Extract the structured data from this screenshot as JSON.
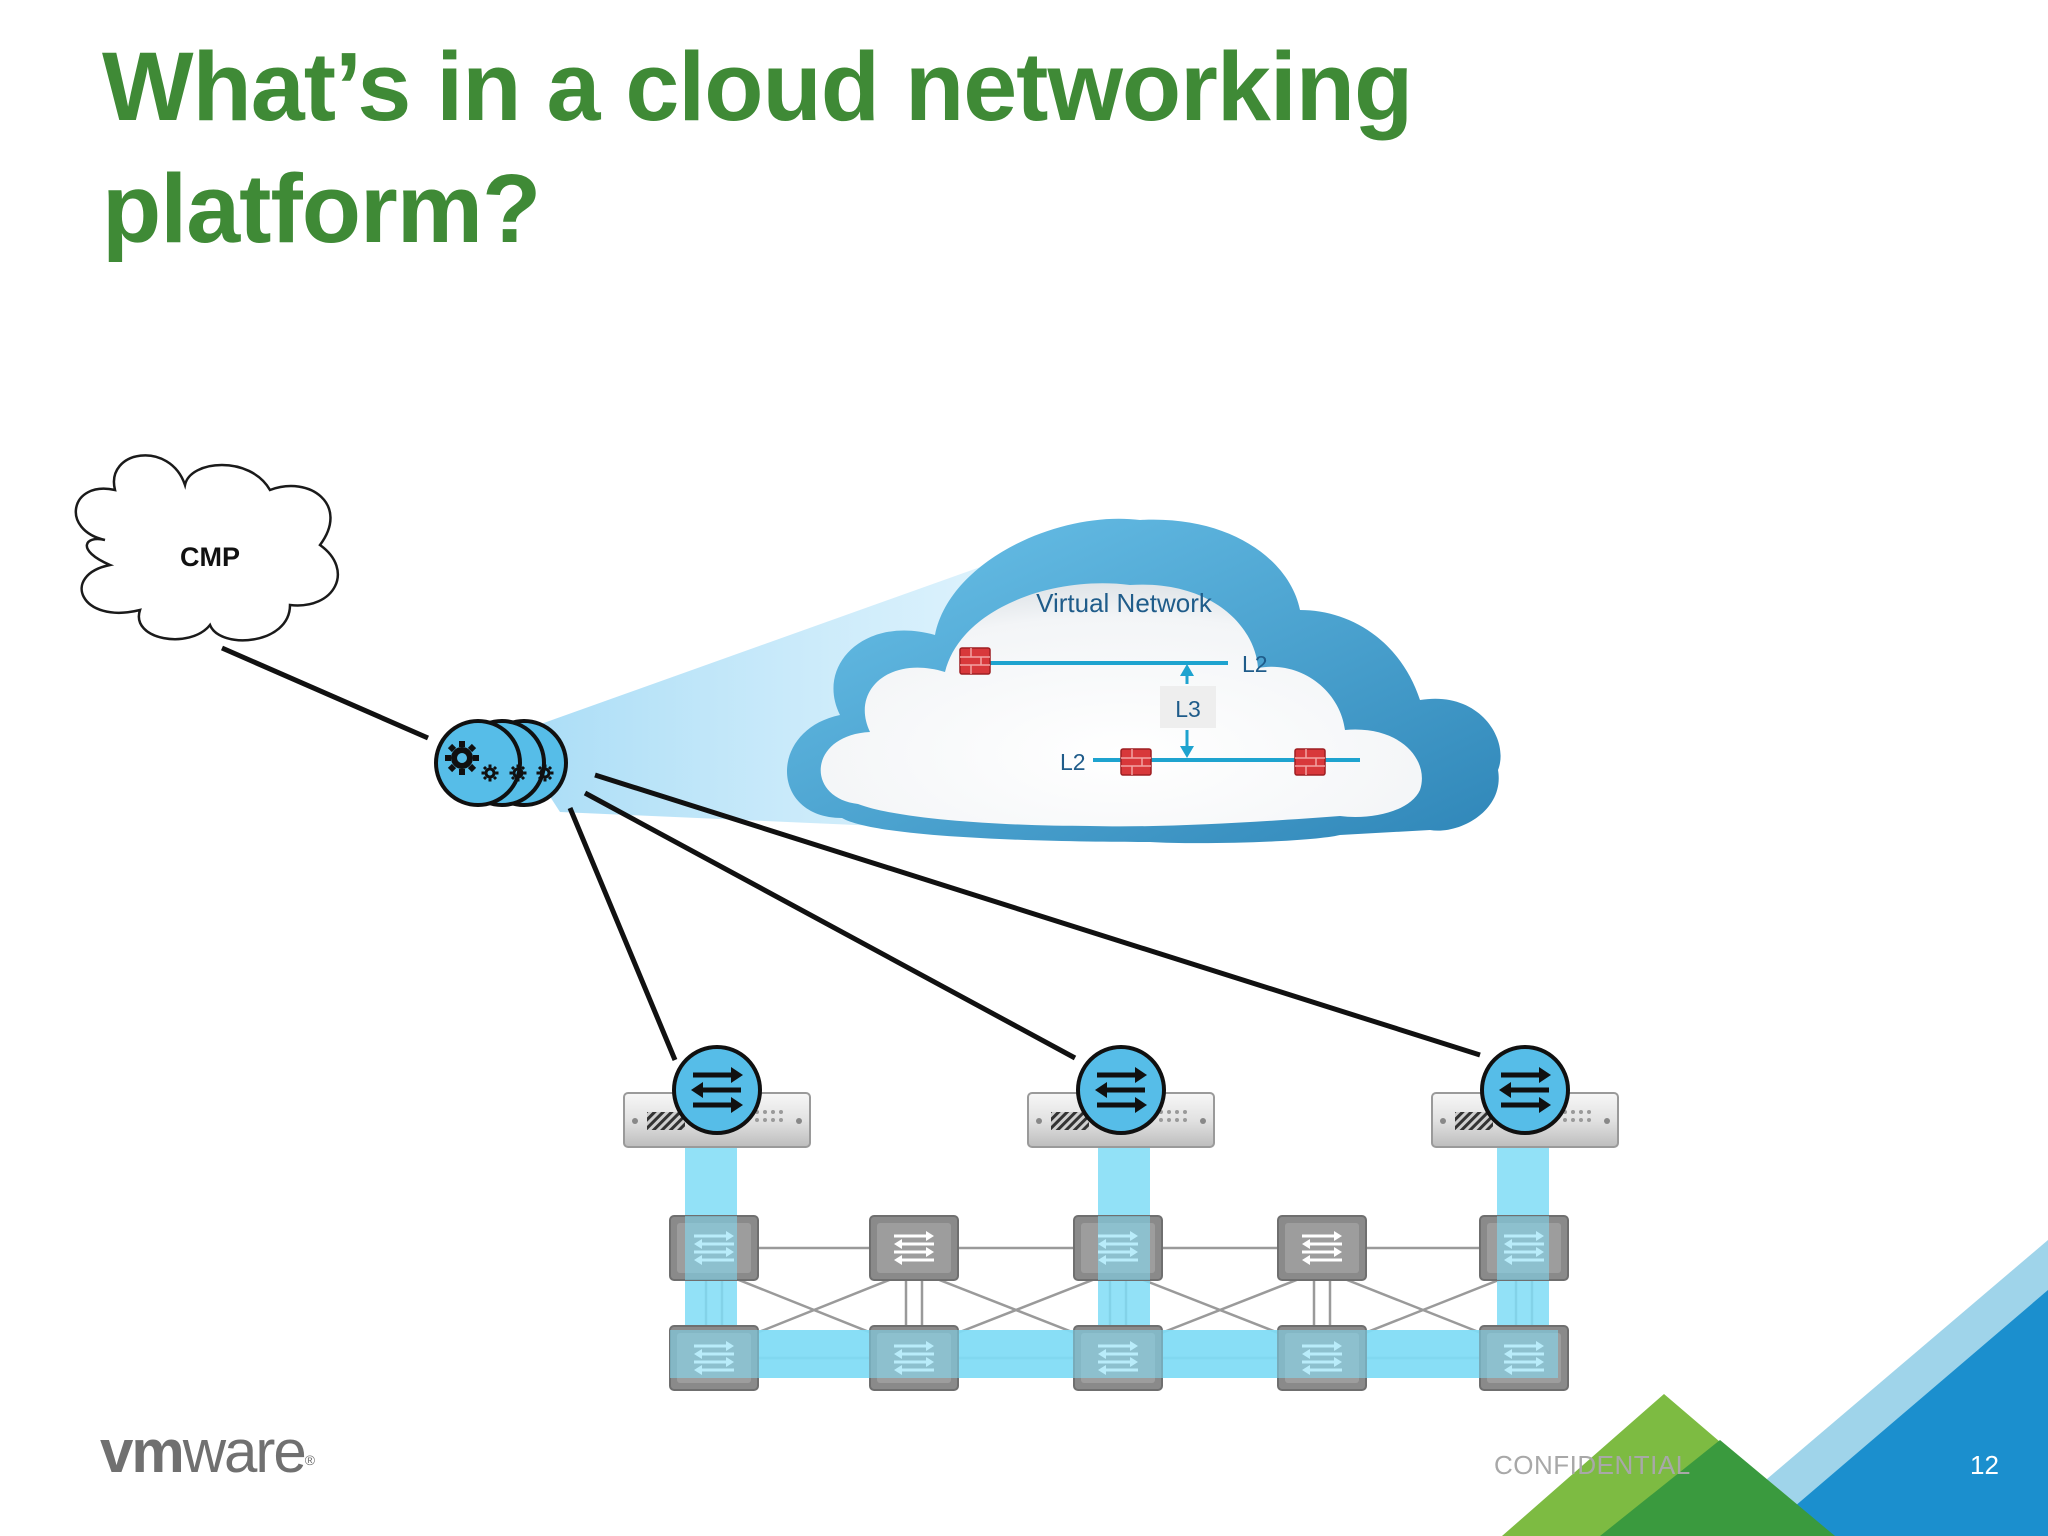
{
  "slide": {
    "title": "What’s in a cloud networking platform?",
    "confidential": "CONFIDENTIAL",
    "page_number": "12"
  },
  "brand": {
    "logo_vm": "vm",
    "logo_ware": "ware",
    "logo_mark": "®"
  },
  "diagram": {
    "cmp_label": "CMP",
    "virtual_network_label": "Virtual Network",
    "l2_top_label": "L2",
    "l3_label": "L3",
    "l2_bottom_label": "L2",
    "controller_icon": "gear-cluster-icon",
    "edge_switch_icon": "switch-arrows-icon",
    "firewall_icon": "firewall-brick-icon"
  },
  "colors": {
    "title_green": "#3f8a36",
    "cloud_blue": "#4aa3d3",
    "network_line_blue": "#1ea3cf",
    "highlight_blue": "#7fdcf6",
    "firewall_red": "#d8383b",
    "switch_grey": "#8a8a8a",
    "corner_green_dark": "#3a9a3e",
    "corner_green_light": "#7dbb42",
    "corner_blue": "#1b8fce",
    "corner_blue_light": "#8fd0ea"
  }
}
